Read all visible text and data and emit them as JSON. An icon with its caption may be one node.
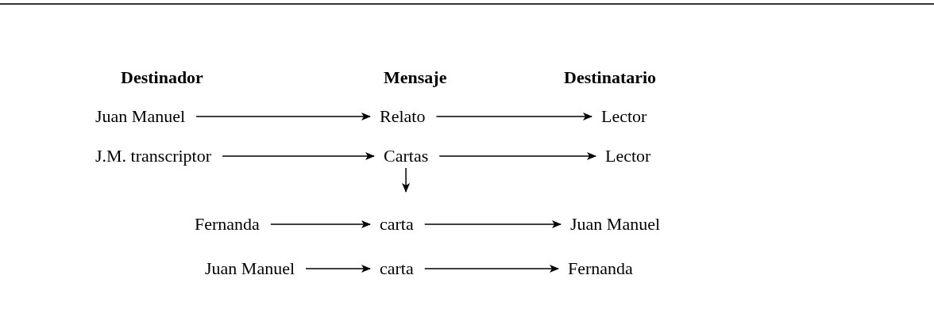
{
  "diagram": {
    "nodes": [
      {
        "text": [
          "Juan Manuel"
        ]
      },
      {
        "text": [
          "Relato"
        ]
      },
      {
        "text": [
          "Lector"
        ]
      },
      {
        "text": [
          "J.M. transcriptor"
        ]
      },
      {
        "text": [
          "Cartas"
        ]
      },
      {
        "text": [
          "Lector"
        ]
      },
      {
        "text": [
          "Fernanda"
        ]
      },
      {
        "text": [
          "carta"
        ]
      },
      {
        "text": [
          "Juan Manuel"
        ]
      },
      {
        "text": [
          "Juan Manuel"
        ]
      },
      {
        "text": [
          "carta"
        ]
      },
      {
        "text": [
          "Fernanda"
        ]
      }
    ],
    "edges": [
      {
        "from": 0,
        "to": 1,
        "arrow": "to"
      },
      {
        "from": 1,
        "to": 2,
        "arrow": "to"
      },
      {
        "from": 3,
        "to": 4,
        "arrow": "to"
      },
      {
        "from": 4,
        "to": 5,
        "arrow": "to"
      },
      {
        "from": 4,
        "to": 7,
        "arrow": "to"
      },
      {
        "from": 6,
        "to": 7,
        "arrow": "to"
      },
      {
        "from": 7,
        "to": 8,
        "arrow": "to"
      },
      {
        "from": 9,
        "to": 10,
        "arrow": "to"
      },
      {
        "from": 10,
        "to": 11,
        "arrow": "to"
      }
    ],
    "labels": [
      "Destinador",
      "Mensaje",
      "Destinatario"
    ]
  }
}
